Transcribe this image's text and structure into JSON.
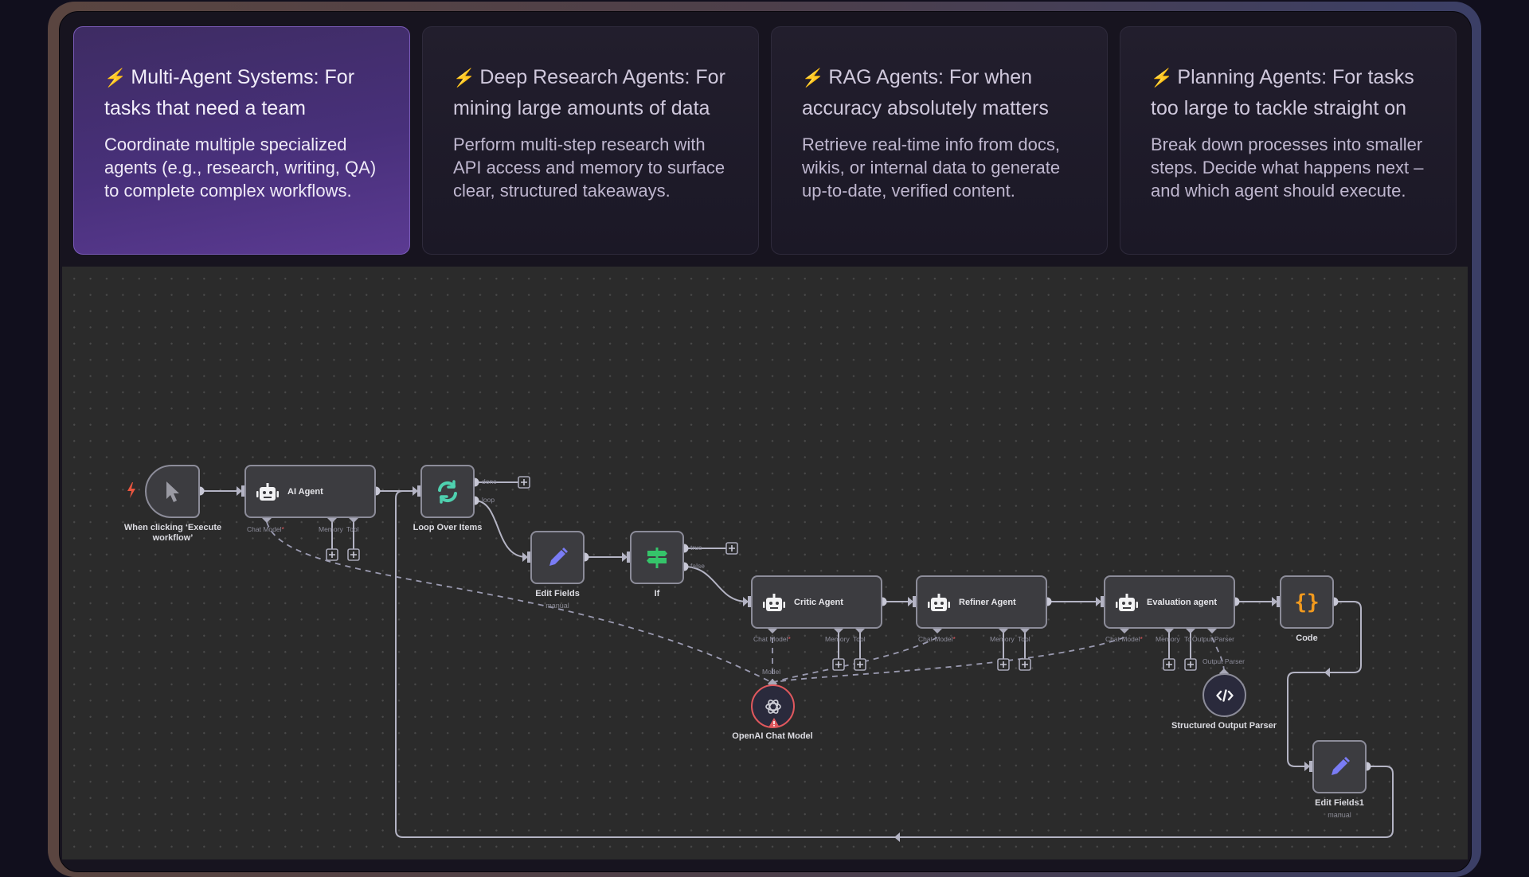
{
  "cards": [
    {
      "title": "Multi-Agent Systems: For tasks that need a team",
      "description": "Coordinate multiple specialized agents (e.g., research, writing, QA) to complete complex workflows.",
      "active": true,
      "icon": "lightning-bolt-icon"
    },
    {
      "title": "Deep Research Agents: For mining large amounts of data",
      "description": "Perform multi-step research with API access and memory to surface clear, structured takeaways.",
      "active": false,
      "icon": "lightning-bolt-icon"
    },
    {
      "title": "RAG Agents: For when accuracy absolutely matters",
      "description": "Retrieve real-time info from docs, wikis, or internal data to generate up-to-date, verified content.",
      "active": false,
      "icon": "lightning-bolt-icon"
    },
    {
      "title": "Planning Agents: For tasks too large to tackle straight on",
      "description": "Break down processes into smaller steps. Decide what happens next – and which agent should execute.",
      "active": false,
      "icon": "lightning-bolt-icon"
    }
  ],
  "colors": {
    "accent_purple": "#5b3a92",
    "bolt": "#f4b400",
    "loop_green": "#4fd1b0",
    "if_green": "#35c46a",
    "pencil_blue": "#7a7cf5",
    "code_orange": "#f29a1e",
    "error_red": "#e0585d"
  },
  "workflow": {
    "trigger": {
      "label": "When clicking ‘Execute workflow’",
      "icon": "cursor-icon"
    },
    "ai_agent": {
      "label": "AI Agent",
      "ports": {
        "chat_model": "Chat Model",
        "memory": "Memory",
        "tool": "Tool"
      }
    },
    "loop": {
      "label": "Loop Over Items",
      "outputs": {
        "done": "done",
        "loop": "loop"
      }
    },
    "edit_fields": {
      "label": "Edit Fields",
      "sub": "manual"
    },
    "if_node": {
      "label": "If",
      "outputs": {
        "true": "true",
        "false": "false"
      }
    },
    "critic": {
      "label": "Critic Agent",
      "ports": {
        "chat_model": "Chat Model",
        "memory": "Memory",
        "tool": "Tool"
      }
    },
    "refiner": {
      "label": "Refiner Agent",
      "ports": {
        "chat_model": "Chat Model",
        "memory": "Memory",
        "tool": "Tool"
      }
    },
    "evaluation": {
      "label": "Evaluation agent",
      "ports": {
        "chat_model": "Chat Model",
        "memory": "Memory",
        "tool": "To",
        "output_parser": "Output Parser"
      }
    },
    "code": {
      "label": "Code"
    },
    "openai": {
      "label": "OpenAI Chat Model",
      "port": "Model"
    },
    "parser": {
      "label": "Structured Output Parser",
      "port": "Output Parser"
    },
    "edit_fields1": {
      "label": "Edit Fields1",
      "sub": "manual"
    },
    "required_mark": "*"
  }
}
